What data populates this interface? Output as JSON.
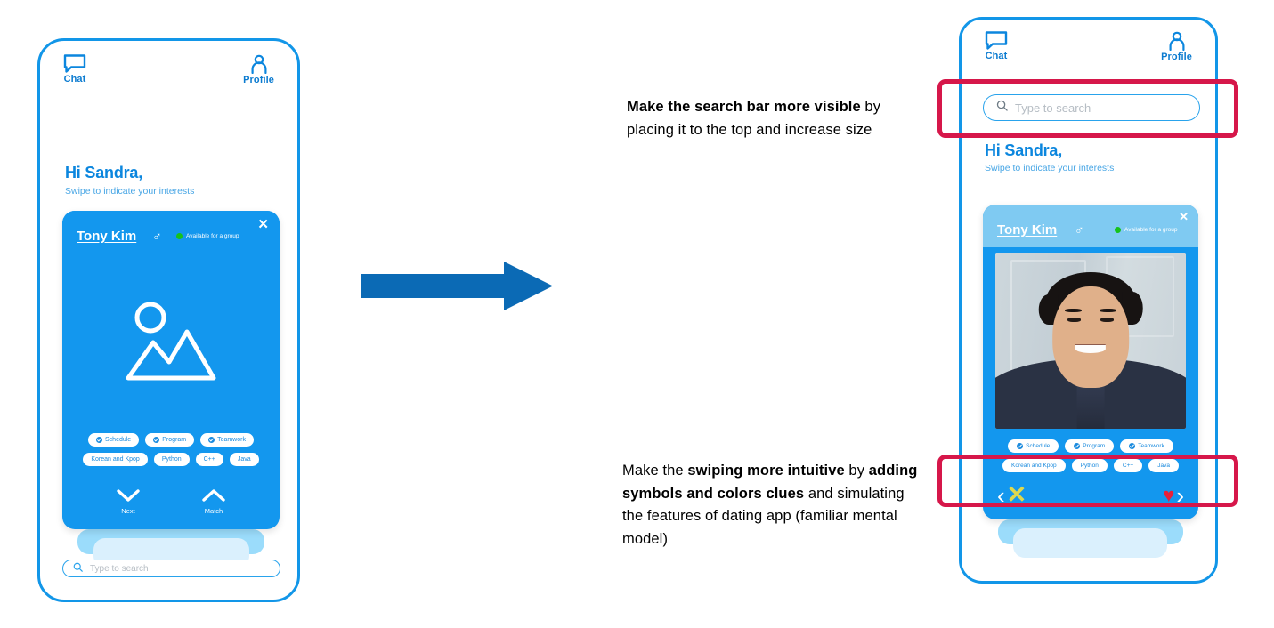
{
  "nav": {
    "chat": {
      "label": "Chat",
      "icon": "chat-bubble-icon"
    },
    "profile": {
      "label": "Profile",
      "icon": "person-icon"
    }
  },
  "greeting": {
    "title": "Hi Sandra,",
    "subtitle": "Swipe to indicate your interests"
  },
  "search": {
    "placeholder": "Type to search",
    "icon": "magnifier-icon"
  },
  "card": {
    "name": "Tony Kim",
    "gender_symbol": "♂",
    "availability": "Available for a group",
    "close_label": "✕",
    "photo_alt": "profile-photo",
    "tags_row1": [
      {
        "label": "Schedule",
        "checked": true
      },
      {
        "label": "Program",
        "checked": true
      },
      {
        "label": "Teamwork",
        "checked": true
      }
    ],
    "tags_row2": [
      {
        "label": "Korean and Kpop",
        "checked": false
      },
      {
        "label": "Python",
        "checked": false
      },
      {
        "label": "C++",
        "checked": false
      },
      {
        "label": "Java",
        "checked": false
      }
    ]
  },
  "swipe_controls_before": [
    {
      "label": "Next",
      "icon": "chevron-down-icon"
    },
    {
      "label": "Match",
      "icon": "chevron-up-icon"
    }
  ],
  "swipe_controls_after": {
    "prev": "‹",
    "reject": "✕",
    "like": "♥",
    "next": "›"
  },
  "annotations": [
    {
      "id": "search-note",
      "bold_lead": "Make the search bar more visible",
      "rest": " by placing it to the top and increase size"
    },
    {
      "id": "swipe-note",
      "part1": "Make the ",
      "bold1": "swiping more intuitive",
      "part2": " by ",
      "bold2": "adding symbols and colors clues",
      "part3": " and simulating the features of dating app (familiar mental model)"
    }
  ],
  "colors": {
    "brand_blue": "#1397EE",
    "deep_blue": "#0B7BD0",
    "light_blue": "#7FCAF2",
    "highlight_red": "#D6174A",
    "arrow_blue": "#0B6AB5",
    "reject_yellow": "#DDD84E",
    "like_red": "#E8203A",
    "online_green": "#17C21B"
  }
}
